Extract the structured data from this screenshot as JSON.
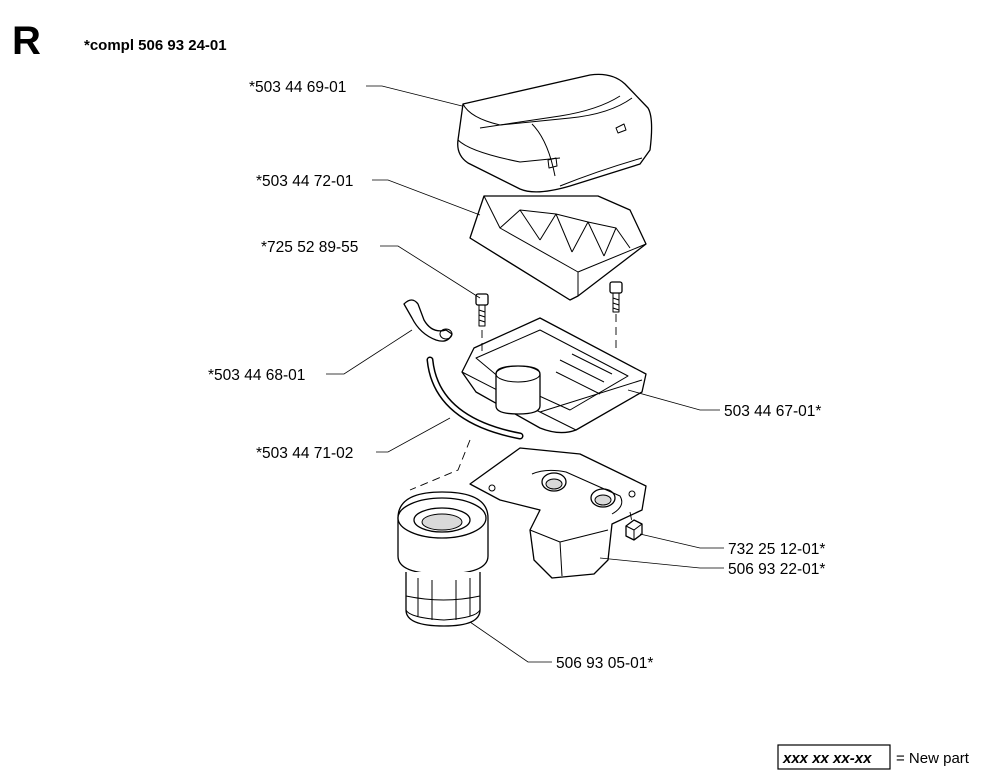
{
  "section_letter": "R",
  "kit_number": "*compl 506 93 24-01",
  "parts": [
    {
      "id": "cover",
      "number": "*503 44 69-01"
    },
    {
      "id": "filter",
      "number": "*503 44 72-01"
    },
    {
      "id": "screws",
      "number": "*725 52 89-55"
    },
    {
      "id": "clip",
      "number": "*503 44 68-01"
    },
    {
      "id": "hose",
      "number": "*503 44 71-02"
    },
    {
      "id": "base",
      "number": "503 44 67-01*"
    },
    {
      "id": "nut",
      "number": "732 25 12-01*"
    },
    {
      "id": "bracket",
      "number": "506 93 22-01*"
    },
    {
      "id": "prefilter",
      "number": "506 93 05-01*"
    }
  ],
  "legend": {
    "code": "xxx xx xx-xx",
    "text": "= New part"
  }
}
